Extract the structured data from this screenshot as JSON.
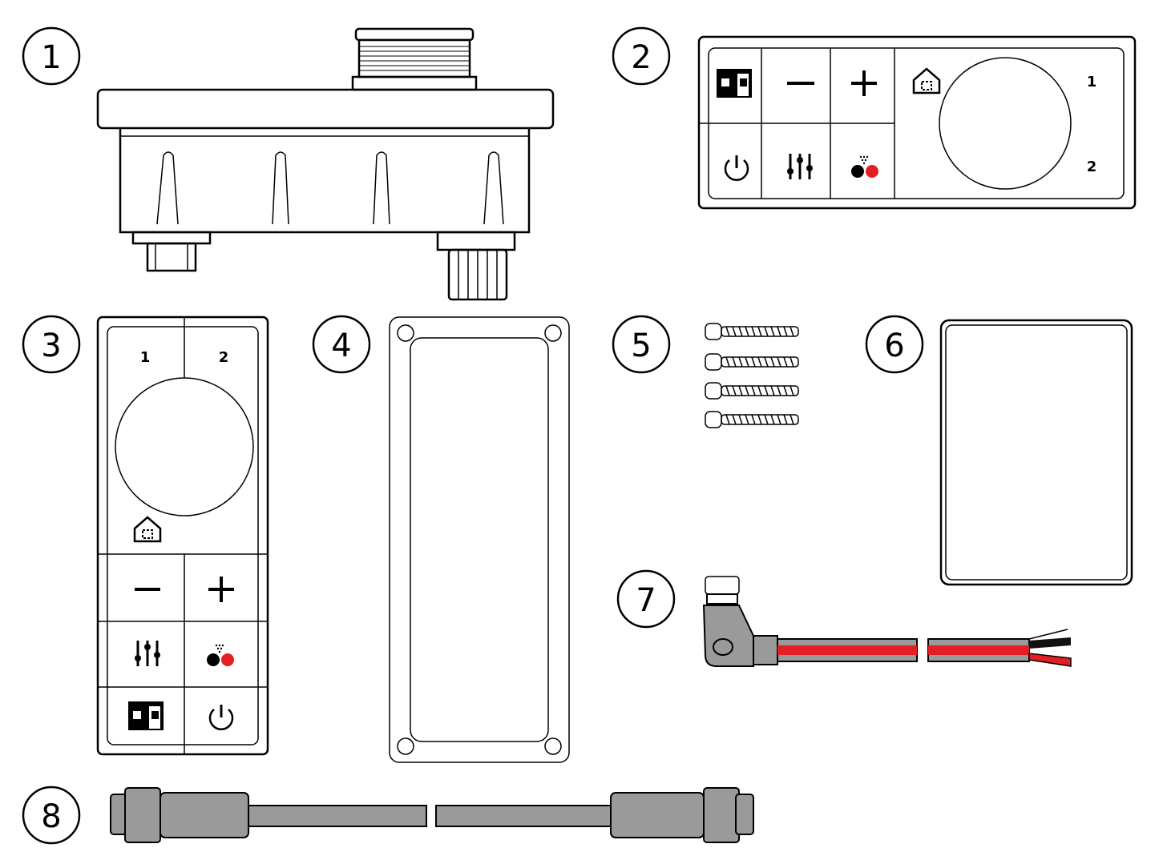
{
  "items": [
    {
      "number": "1"
    },
    {
      "number": "2",
      "labels": {
        "channel_1": "1",
        "channel_2": "2"
      }
    },
    {
      "number": "3",
      "labels": {
        "channel_1": "1",
        "channel_2": "2"
      }
    },
    {
      "number": "4"
    },
    {
      "number": "5"
    },
    {
      "number": "6"
    },
    {
      "number": "7"
    },
    {
      "number": "8"
    }
  ],
  "icons": {
    "minus": "minus-icon",
    "plus": "plus-icon",
    "home": "home-icon",
    "power": "power-icon",
    "eq": "equalizer-icon",
    "source": "source-icon",
    "zone": "zone-toggle-icon"
  },
  "colors": {
    "line": "#000000",
    "grey_connector": "#9a9a9a",
    "wire_red": "#e31e24",
    "wire_black": "#111111",
    "accent_red": "#e31e24"
  }
}
